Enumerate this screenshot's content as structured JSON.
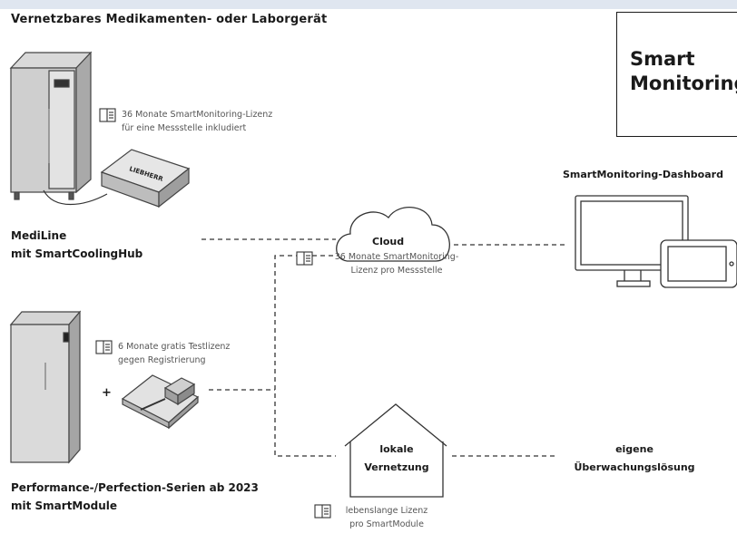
{
  "header_title": "Vernetzbares Medikamenten- oder Laborgerät",
  "logo": {
    "line1": "Smart",
    "line2": "Monitoring"
  },
  "device_top": {
    "name_line1": "MediLine",
    "name_line2": "mit SmartCoolingHub",
    "license_line1": "36 Monate SmartMonitoring-Lizenz",
    "license_line2": "für eine Messstelle inkludiert",
    "hub_brand": "LIEBHERR"
  },
  "device_bottom": {
    "name_line1": "Performance-/Perfection-Serien ab 2023",
    "name_line2": "mit SmartModule",
    "license_line1": "6 Monate gratis Testlizenz",
    "license_line2": "gegen Registrierung",
    "plus": "+"
  },
  "cloud": {
    "label": "Cloud",
    "license_line1": "36 Monate SmartMonitoring-",
    "license_line2": "Lizenz pro Messstelle"
  },
  "dashboard": {
    "label": "SmartMonitoring-Dashboard"
  },
  "local": {
    "label_line1": "lokale",
    "label_line2": "Vernetzung",
    "license_line1": "lebenslange Lizenz",
    "license_line2": "pro SmartModule"
  },
  "own_solution": {
    "line1": "eigene",
    "line2": "Überwachungslösung"
  },
  "icons": [
    "license-icon",
    "cloud-icon",
    "house-icon",
    "monitor-icon",
    "tablet-icon",
    "fridge-icon",
    "hub-icon",
    "module-icon"
  ],
  "colors": {
    "line": "#333333",
    "text": "#1a1a1a",
    "note": "#555555",
    "band": "#dfe6f0"
  }
}
